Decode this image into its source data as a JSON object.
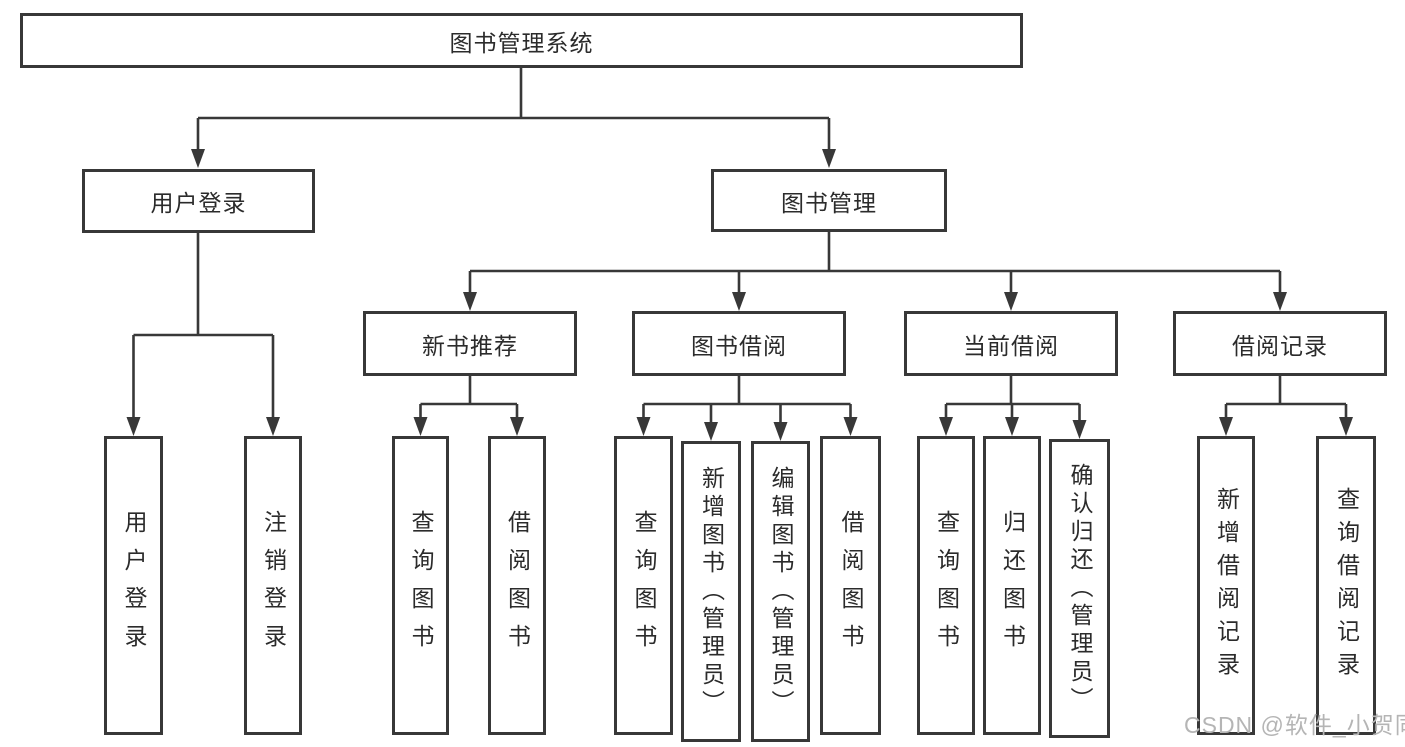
{
  "colors": {
    "line": "#383838",
    "text": "#2b2b2b",
    "watermark": "#b5b5b5",
    "background": "#ffffff"
  },
  "watermark": {
    "text": "CSDN @软件_小贺同学"
  },
  "tree": {
    "label": "图书管理系统",
    "children": [
      {
        "label": "用户登录",
        "children": [
          {
            "label": "用户登录"
          },
          {
            "label": "注销登录"
          }
        ]
      },
      {
        "label": "图书管理",
        "children": [
          {
            "label": "新书推荐",
            "children": [
              {
                "label": "查询图书"
              },
              {
                "label": "借阅图书"
              }
            ]
          },
          {
            "label": "图书借阅",
            "children": [
              {
                "label": "查询图书"
              },
              {
                "label": "新增图书（管理员）"
              },
              {
                "label": "编辑图书（管理员）"
              },
              {
                "label": "借阅图书"
              }
            ]
          },
          {
            "label": "当前借阅",
            "children": [
              {
                "label": "查询图书"
              },
              {
                "label": "归还图书"
              },
              {
                "label": "确认归还（管理员）"
              }
            ]
          },
          {
            "label": "借阅记录",
            "children": [
              {
                "label": "新增借阅记录"
              },
              {
                "label": "查询借阅记录"
              }
            ]
          }
        ]
      }
    ]
  }
}
